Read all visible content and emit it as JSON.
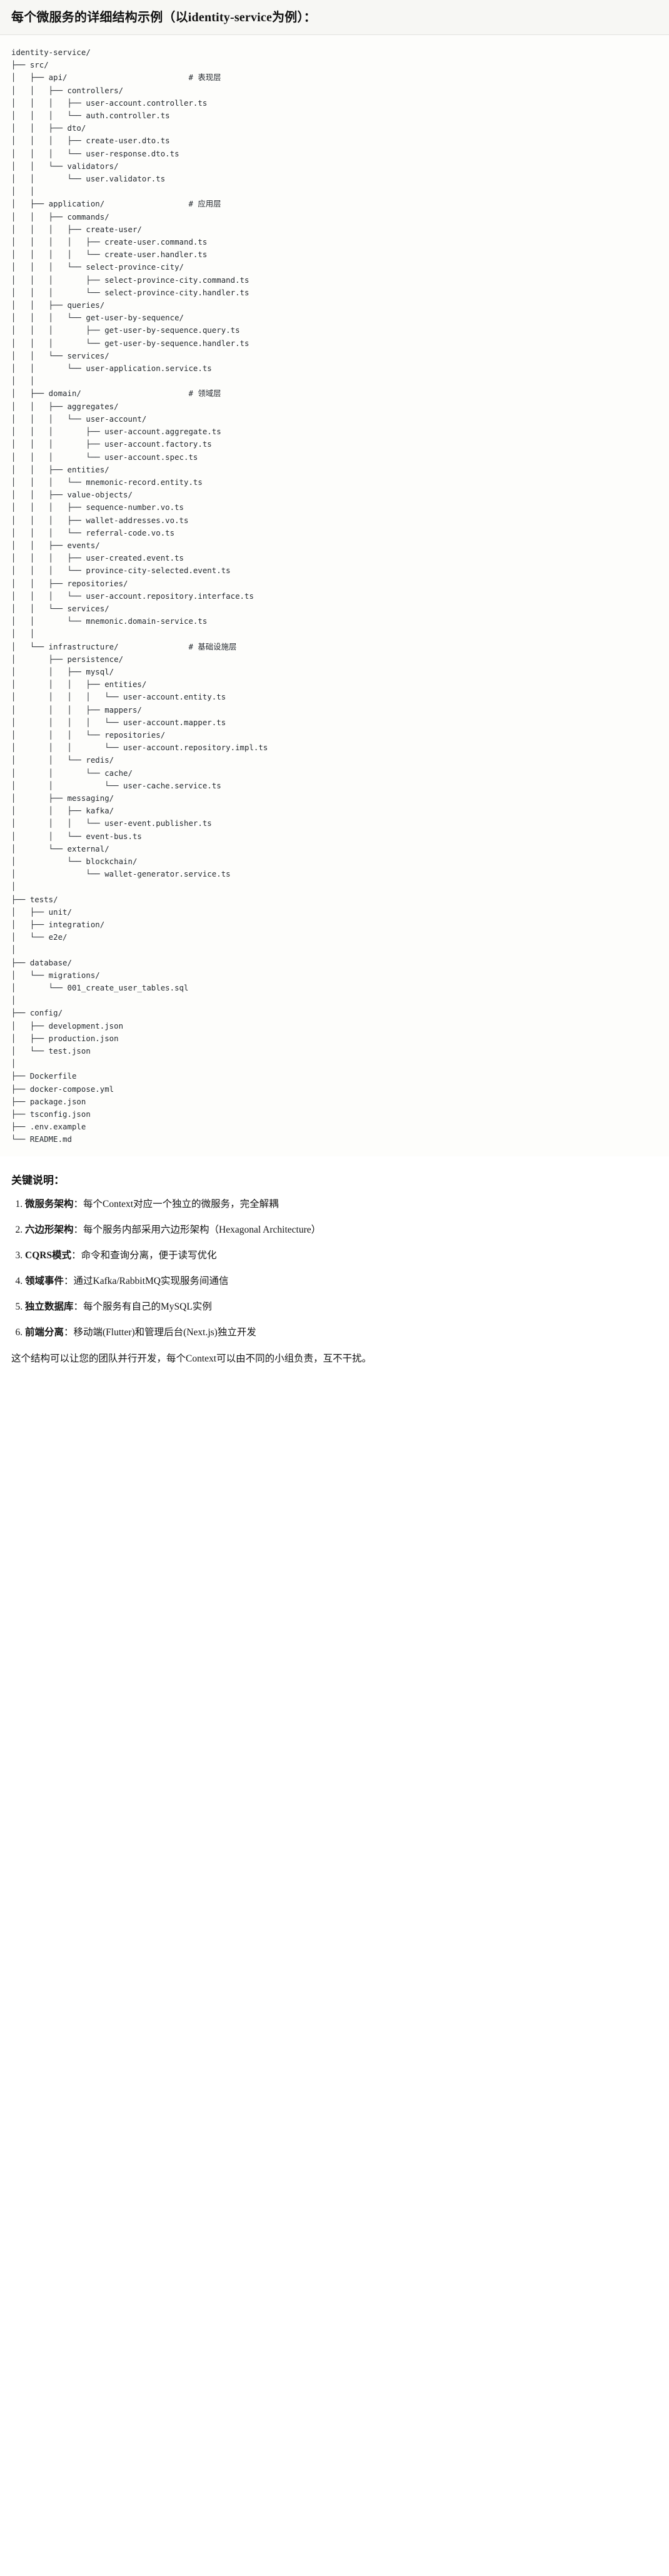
{
  "header": {
    "title": "每个微服务的详细结构示例（以identity-service为例）："
  },
  "tree": {
    "root_label": "identity-service/",
    "text": "identity-service/\n├── src/\n│   ├── api/                          # 表现层\n│   │   ├── controllers/\n│   │   │   ├── user-account.controller.ts\n│   │   │   └── auth.controller.ts\n│   │   ├── dto/\n│   │   │   ├── create-user.dto.ts\n│   │   │   └── user-response.dto.ts\n│   │   └── validators/\n│   │       └── user.validator.ts\n│   │\n│   ├── application/                  # 应用层\n│   │   ├── commands/\n│   │   │   ├── create-user/\n│   │   │   │   ├── create-user.command.ts\n│   │   │   │   └── create-user.handler.ts\n│   │   │   └── select-province-city/\n│   │   │       ├── select-province-city.command.ts\n│   │   │       └── select-province-city.handler.ts\n│   │   ├── queries/\n│   │   │   └── get-user-by-sequence/\n│   │   │       ├── get-user-by-sequence.query.ts\n│   │   │       └── get-user-by-sequence.handler.ts\n│   │   └── services/\n│   │       └── user-application.service.ts\n│   │\n│   ├── domain/                       # 领域层\n│   │   ├── aggregates/\n│   │   │   └── user-account/\n│   │   │       ├── user-account.aggregate.ts\n│   │   │       ├── user-account.factory.ts\n│   │   │       └── user-account.spec.ts\n│   │   ├── entities/\n│   │   │   └── mnemonic-record.entity.ts\n│   │   ├── value-objects/\n│   │   │   ├── sequence-number.vo.ts\n│   │   │   ├── wallet-addresses.vo.ts\n│   │   │   └── referral-code.vo.ts\n│   │   ├── events/\n│   │   │   ├── user-created.event.ts\n│   │   │   └── province-city-selected.event.ts\n│   │   ├── repositories/\n│   │   │   └── user-account.repository.interface.ts\n│   │   └── services/\n│   │       └── mnemonic.domain-service.ts\n│   │\n│   └── infrastructure/               # 基础设施层\n│       ├── persistence/\n│       │   ├── mysql/\n│       │   │   ├── entities/\n│       │   │   │   └── user-account.entity.ts\n│       │   │   ├── mappers/\n│       │   │   │   └── user-account.mapper.ts\n│       │   │   └── repositories/\n│       │   │       └── user-account.repository.impl.ts\n│       │   └── redis/\n│       │       └── cache/\n│       │           └── user-cache.service.ts\n│       ├── messaging/\n│       │   ├── kafka/\n│       │   │   └── user-event.publisher.ts\n│       │   └── event-bus.ts\n│       └── external/\n│           └── blockchain/\n│               └── wallet-generator.service.ts\n│\n├── tests/\n│   ├── unit/\n│   ├── integration/\n│   └── e2e/\n│\n├── database/\n│   └── migrations/\n│       └── 001_create_user_tables.sql\n│\n├── config/\n│   ├── development.json\n│   ├── production.json\n│   └── test.json\n│\n├── Dockerfile\n├── docker-compose.yml\n├── package.json\n├── tsconfig.json\n├── .env.example\n└── README.md",
    "layer_comments": [
      "# 表现层",
      "# 应用层",
      "# 领域层",
      "# 基础设施层"
    ]
  },
  "notes": {
    "heading": "关键说明：",
    "items": [
      {
        "term": "微服务架构",
        "desc": "：每个Context对应一个独立的微服务，完全解耦"
      },
      {
        "term": "六边形架构",
        "desc": "：每个服务内部采用六边形架构（Hexagonal Architecture）"
      },
      {
        "term": "CQRS模式",
        "desc": "：命令和查询分离，便于读写优化"
      },
      {
        "term": "领域事件",
        "desc": "：通过Kafka/RabbitMQ实现服务间通信"
      },
      {
        "term": "独立数据库",
        "desc": "：每个服务有自己的MySQL实例"
      },
      {
        "term": "前端分离",
        "desc": "：移动端(Flutter)和管理后台(Next.js)独立开发"
      }
    ],
    "closing": "这个结构可以让您的团队并行开发，每个Context可以由不同的小组负责，互不干扰。"
  },
  "colors": {
    "header_bg": "#f7f7f4",
    "code_bg": "#fdfdfb",
    "text": "#1a1a1a",
    "code_text": "#24292f",
    "border": "#e3e3df"
  }
}
